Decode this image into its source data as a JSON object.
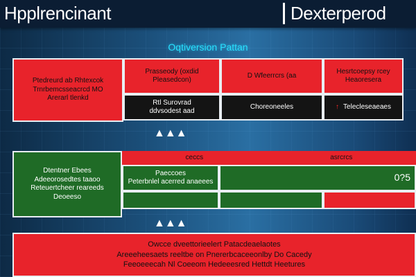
{
  "header": {
    "left_title": "Hpplrencinant",
    "right_title": "Dexterperod"
  },
  "subtitle": "Oqtiversion Pattan",
  "top_panel": {
    "left_text": "Ptedreurd ab Rhtexcok\nTrnrbemcsseacrcd MO\nArerarl tlenkd",
    "red_box_1": "Prasseody (oxdid\nPleasedcon)",
    "red_box_2": "D Wfeerrcrs (aa",
    "red_box_3": "Hesrtcoepsy rcey\nHeaoresera",
    "black_box_1": "Rtl Surovrad\nddvsodest aad",
    "black_box_2": "Choreoneeles",
    "black_box_3": "Telecleseaeaes"
  },
  "middle_arrow": "▲▲▲",
  "middle_panel": {
    "left_text": "Dtentner Ebees\nAdeeorosedtes taaoo\nReteuertcheer reareeds\nDeoeeso",
    "red_strip_label": "ceccs",
    "red_strip_label_right": "asrcrcs",
    "green_label_top": "Paeccoes",
    "green_label_bottom": "Peterbnlel acerred anaeees",
    "value_right": "0?5"
  },
  "bottom_arrow": "▲▲▲",
  "bottom_panel": {
    "line_1": "Owcce dveettorieelert Patacdeaelaotes",
    "line_2": "Areeeheesaets reeltbe on Pnererbcaceeonlby Do Cacedy",
    "line_3": "Feeoeeecah Nl Coeeom Hedeeesred Hettdt Heetures"
  },
  "colors": {
    "red": "#e8232b",
    "black": "#141414",
    "green": "#1f6b26",
    "accent_cyan": "#28e0ff"
  }
}
